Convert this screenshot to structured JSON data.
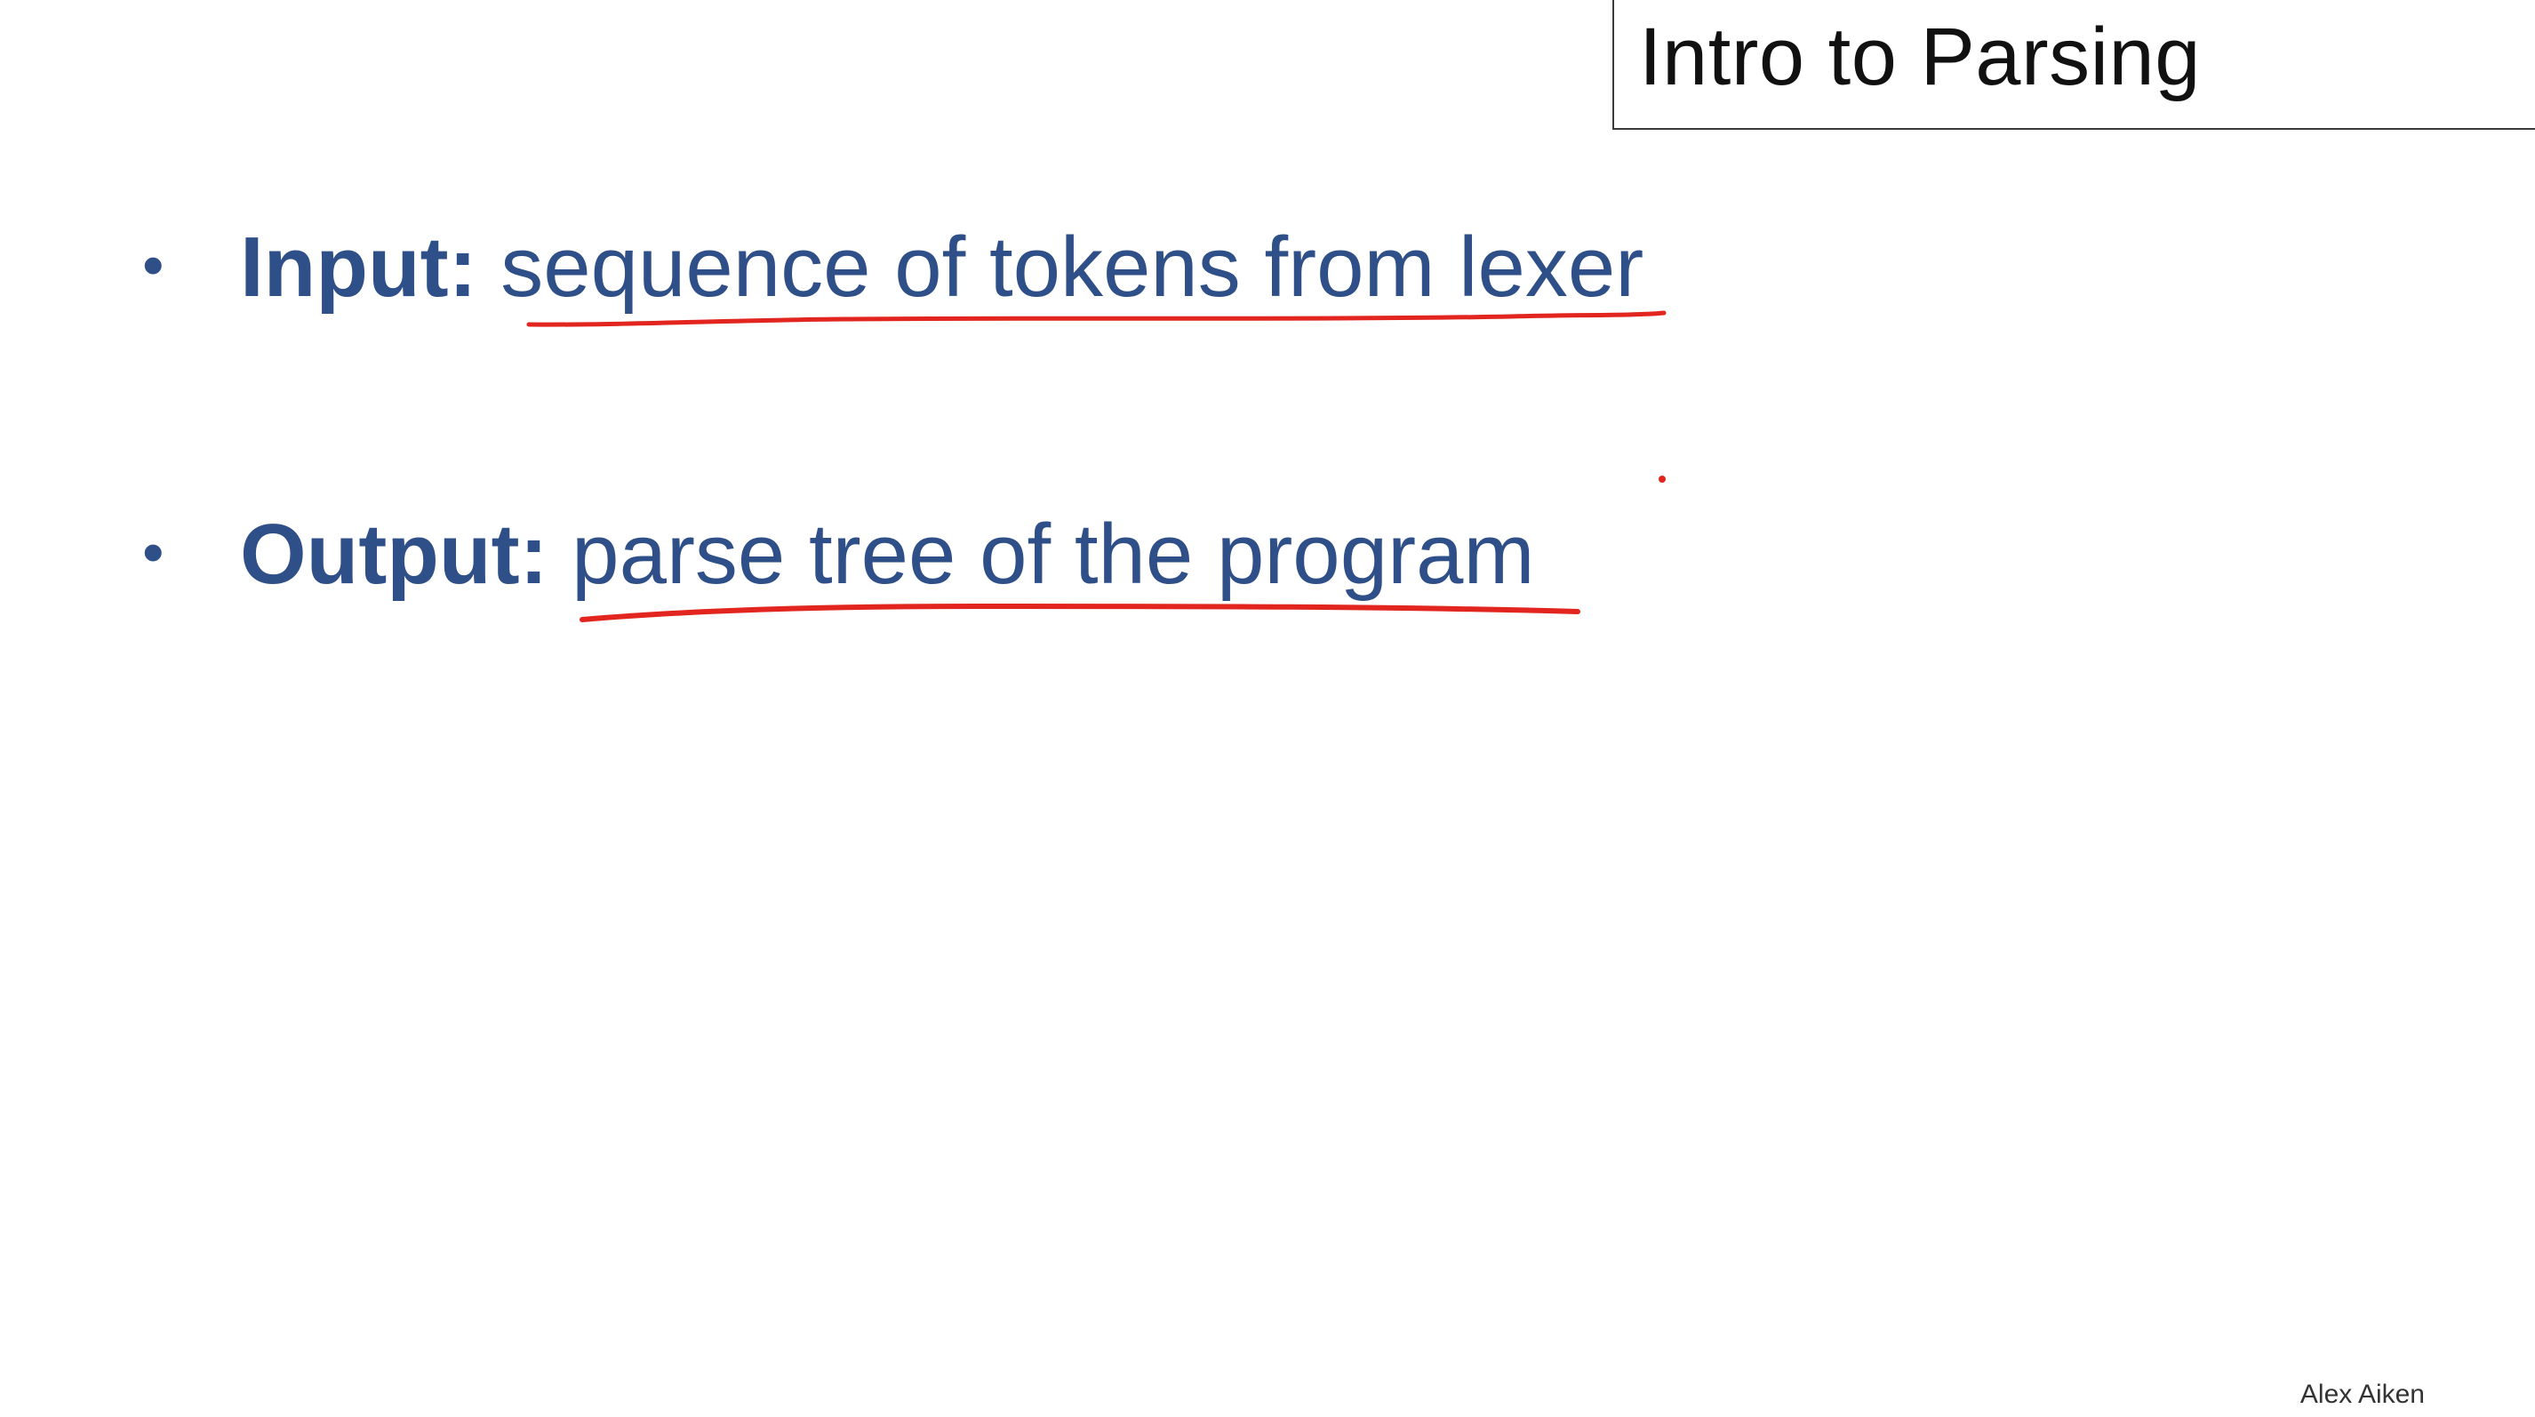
{
  "slide": {
    "title": "Intro to Parsing",
    "bullets": [
      {
        "label": "Input:",
        "text": "sequence of tokens from lexer"
      },
      {
        "label": "Output:",
        "text": "parse tree of the program"
      }
    ],
    "footer": "Alex Aiken"
  },
  "colors": {
    "bullet_text": "#2f4f88",
    "annotation_ink": "#e2261f",
    "title_text": "#111111"
  }
}
